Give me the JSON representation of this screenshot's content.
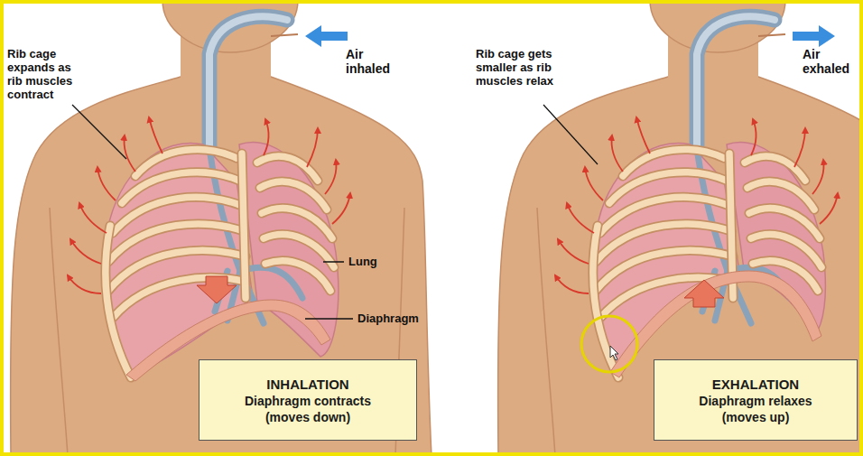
{
  "diagram": {
    "nodes": [
      {
        "text": [
          "INHALATION",
          "Diaphragm contracts (moves down)"
        ]
      },
      {
        "text": [
          "EXHALATION",
          "Diaphragm relaxes (moves up)"
        ]
      }
    ],
    "labels": [
      "Rib cage expands as rib muscles contract",
      "Air inhaled",
      "Lung",
      "Diaphragm",
      "Rib cage gets smaller as rib muscles relax",
      "Air exhaled"
    ]
  }
}
